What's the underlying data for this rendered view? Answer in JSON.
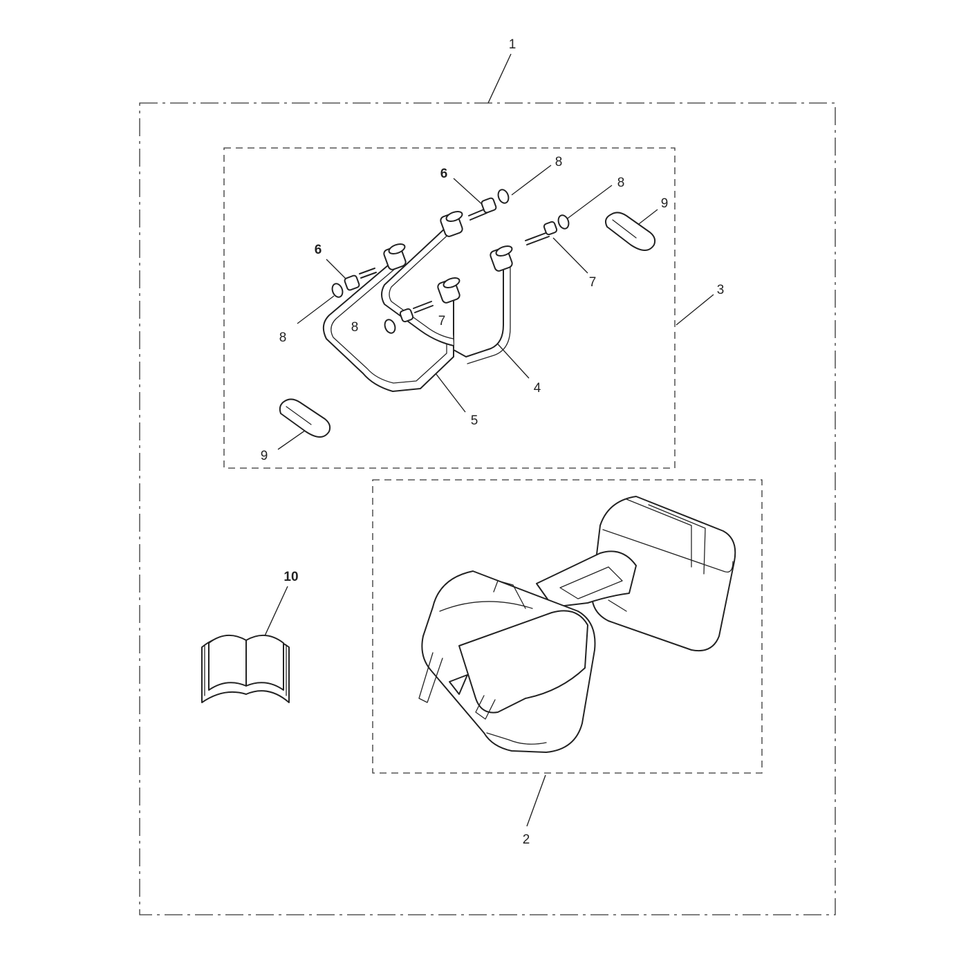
{
  "callouts": {
    "kit": "1",
    "panniers": "2",
    "frame_kit": "3",
    "rail_right": "4",
    "rail_left": "5",
    "bolt_upper": "6",
    "bolt_left": "6",
    "bolt_lower_left": "7",
    "bolt_right": "7",
    "washer_top": "8",
    "washer_right": "8",
    "washer_left": "8",
    "washer_lower": "8",
    "plate_right": "9",
    "plate_left": "9",
    "manual": "10"
  },
  "colors": {
    "line": "#222222",
    "background": "#ffffff"
  },
  "icons": [
    "book-icon",
    "pannier-bags-icon",
    "pannier-rail-icon",
    "bolt-icon",
    "washer-icon",
    "blanking-plate-icon"
  ]
}
